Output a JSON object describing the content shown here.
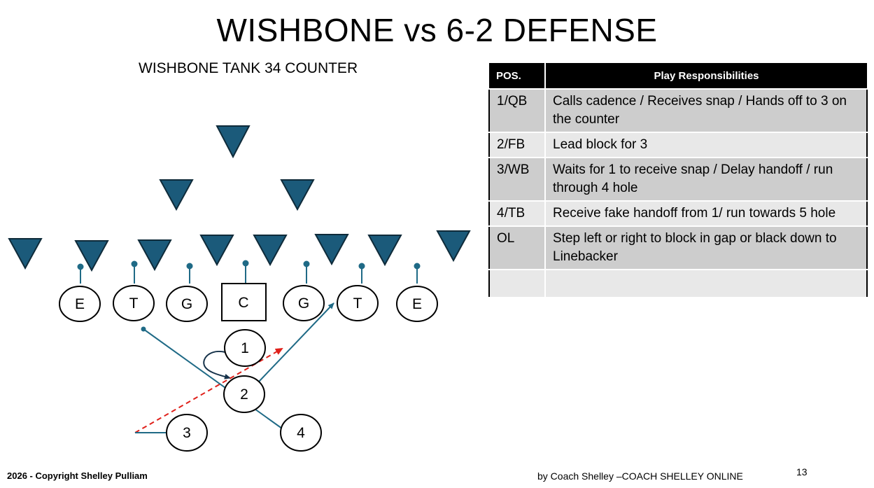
{
  "title": "WISHBONE vs 6-2 DEFENSE",
  "subtitle": "WISHBONE TANK 34 COUNTER",
  "colors": {
    "defender": "#1b5a7a",
    "route": "#1f6a86",
    "counter": "#e0201a"
  },
  "linemen": [
    "E",
    "T",
    "G",
    "C",
    "G",
    "T",
    "E"
  ],
  "backs": [
    "1",
    "2",
    "3",
    "4"
  ],
  "table": {
    "headers": [
      "POS.",
      "Play Responsibilities"
    ],
    "rows": [
      {
        "pos": "1/QB",
        "resp": "Calls cadence / Receives snap / Hands off to 3 on the counter"
      },
      {
        "pos": "2/FB",
        "resp": "Lead block for 3"
      },
      {
        "pos": "3/WB",
        "resp": "Waits for 1 to receive snap / Delay handoff / run through 4 hole"
      },
      {
        "pos": "4/TB",
        "resp": "Receive fake handoff from 1/ run towards 5 hole"
      },
      {
        "pos": "OL",
        "resp": "Step left or right to block in gap or black down to Linebacker"
      },
      {
        "pos": "",
        "resp": ""
      }
    ]
  },
  "footer": {
    "copyright": "2026 - Copyright Shelley Pulliam",
    "credit": "by Coach Shelley –COACH SHELLEY ONLINE",
    "page_number": "13"
  }
}
